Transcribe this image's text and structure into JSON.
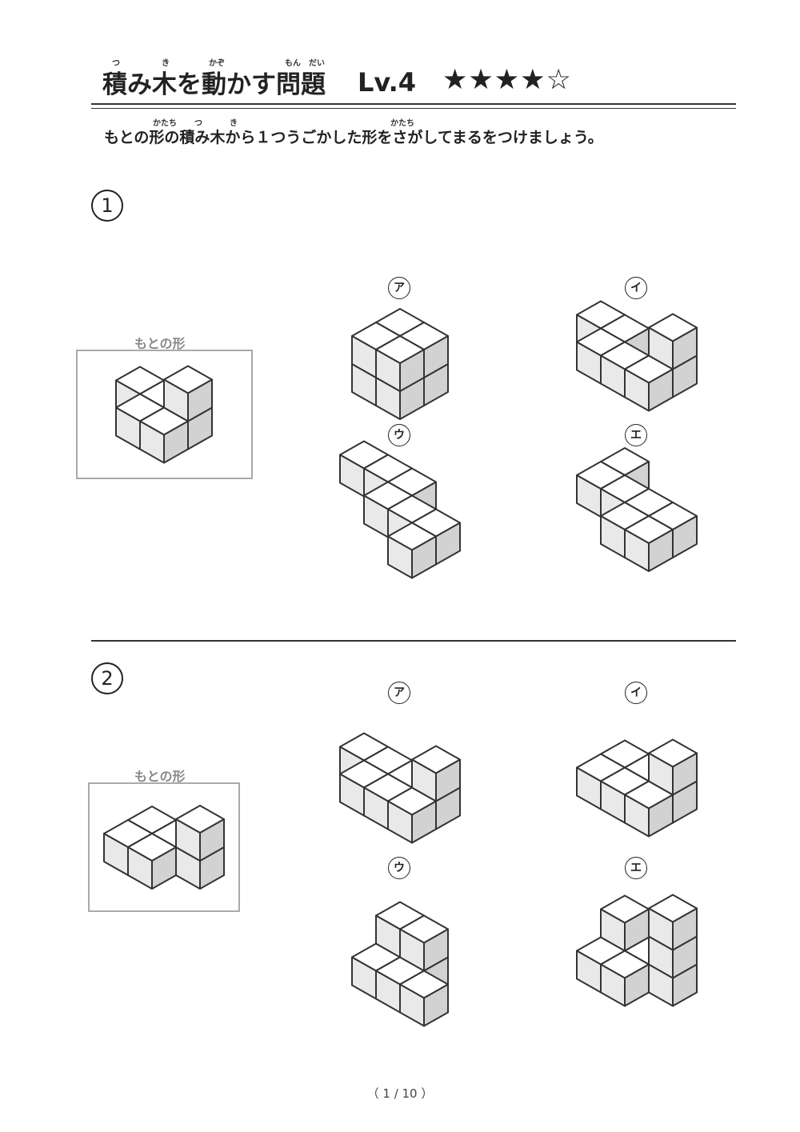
{
  "header": {
    "title": "積み木を動かす問題",
    "title_ruby": [
      "つ",
      "き",
      "かぞ",
      "もん",
      "だい"
    ],
    "level": "Lv.4",
    "stars": "★★★★☆",
    "instruction": "もとの形の積み木から１つうごかした形をさがしてまるをつけましょう。",
    "instruction_ruby": [
      "かたち",
      "つ",
      "き",
      "かたち"
    ]
  },
  "questions": [
    {
      "number": "1",
      "original_label": "もとの形",
      "options": [
        {
          "label": "ア",
          "cubes": [
            [
              0,
              1,
              0
            ],
            [
              0,
              1,
              1
            ],
            [
              0,
              2,
              0
            ],
            [
              0,
              2,
              1
            ],
            [
              1,
              1,
              0
            ],
            [
              1,
              1,
              1
            ],
            [
              1,
              2,
              0
            ],
            [
              1,
              2,
              1
            ]
          ]
        },
        {
          "label": "イ",
          "cubes": [
            [
              0,
              0,
              0
            ],
            [
              0,
              1,
              0
            ],
            [
              1,
              1,
              0
            ],
            [
              1,
              2,
              0
            ],
            [
              1,
              3,
              0
            ],
            [
              0,
              3,
              0
            ],
            [
              0,
              3,
              1
            ]
          ]
        },
        {
          "label": "ウ",
          "cubes": [
            [
              0,
              0,
              0
            ],
            [
              0,
              1,
              0
            ],
            [
              0,
              2,
              0
            ],
            [
              1,
              2,
              0
            ],
            [
              1,
              3,
              0
            ],
            [
              1,
              4,
              0
            ],
            [
              2,
              4,
              0
            ]
          ]
        },
        {
          "label": "エ",
          "cubes": [
            [
              0,
              0,
              0
            ],
            [
              1,
              0,
              0
            ],
            [
              1,
              1,
              0
            ],
            [
              1,
              2,
              0
            ],
            [
              2,
              2,
              0
            ],
            [
              2,
              3,
              0
            ],
            [
              1,
              3,
              0
            ]
          ]
        }
      ],
      "original_cubes": [
        [
          0,
          0,
          0
        ],
        [
          0,
          1,
          0
        ],
        [
          1,
          1,
          0
        ],
        [
          1,
          2,
          0
        ],
        [
          0,
          2,
          0
        ],
        [
          0,
          2,
          1
        ]
      ]
    },
    {
      "number": "2",
      "original_label": "もとの形",
      "options": [
        {
          "label": "ア",
          "cubes": [
            [
              0,
              0,
              0
            ],
            [
              0,
              1,
              0
            ],
            [
              0,
              2,
              0
            ],
            [
              0,
              3,
              0
            ],
            [
              1,
              1,
              0
            ],
            [
              1,
              2,
              0
            ],
            [
              1,
              3,
              0
            ],
            [
              0,
              3,
              1
            ]
          ]
        },
        {
          "label": "イ",
          "cubes": [
            [
              0,
              0,
              0
            ],
            [
              0,
              1,
              0
            ],
            [
              1,
              0,
              0
            ],
            [
              1,
              1,
              0
            ],
            [
              0,
              2,
              0
            ],
            [
              0,
              2,
              1
            ],
            [
              1,
              2,
              0
            ]
          ]
        },
        {
          "label": "ウ",
          "cubes": [
            [
              0,
              0,
              0
            ],
            [
              0,
              0,
              1
            ],
            [
              0,
              1,
              0
            ],
            [
              0,
              1,
              1
            ],
            [
              1,
              0,
              0
            ],
            [
              1,
              1,
              0
            ],
            [
              1,
              2,
              0
            ]
          ]
        },
        {
          "label": "エ",
          "cubes": [
            [
              0,
              0,
              0
            ],
            [
              0,
              0,
              1
            ],
            [
              0,
              1,
              0
            ],
            [
              0,
              2,
              0
            ],
            [
              0,
              2,
              1
            ],
            [
              0,
              2,
              2
            ],
            [
              1,
              0,
              0
            ],
            [
              1,
              1,
              0
            ]
          ]
        }
      ],
      "original_cubes": [
        [
          0,
          0,
          0
        ],
        [
          0,
          1,
          0
        ],
        [
          1,
          0,
          0
        ],
        [
          1,
          1,
          0
        ],
        [
          0,
          2,
          0
        ],
        [
          0,
          2,
          1
        ]
      ]
    }
  ],
  "footer": {
    "page": "（ 1 / 10 ）"
  },
  "colors": {
    "top": "#ffffff",
    "left": "#e9e9e9",
    "right": "#d2d2d2",
    "stroke": "#333333"
  }
}
